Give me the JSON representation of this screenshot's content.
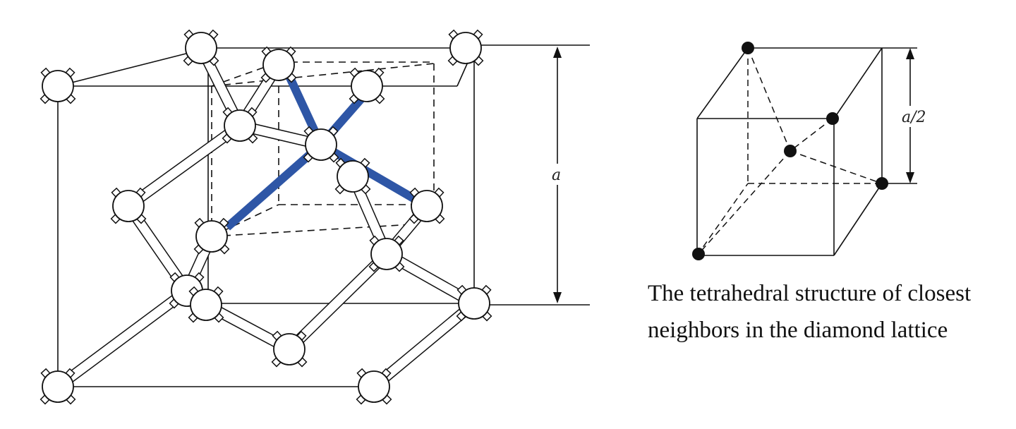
{
  "figure": {
    "left_dimension_label": "a",
    "right_dimension_label": "a/2",
    "caption_line_1": "The tetrahedral structure of closest",
    "caption_line_2": "neighbors in the diamond lattice",
    "colors": {
      "highlight_bond": "#2e56a6",
      "outline": "#111111",
      "atom_fill": "#ffffff",
      "solid_dot": "#111111"
    }
  }
}
